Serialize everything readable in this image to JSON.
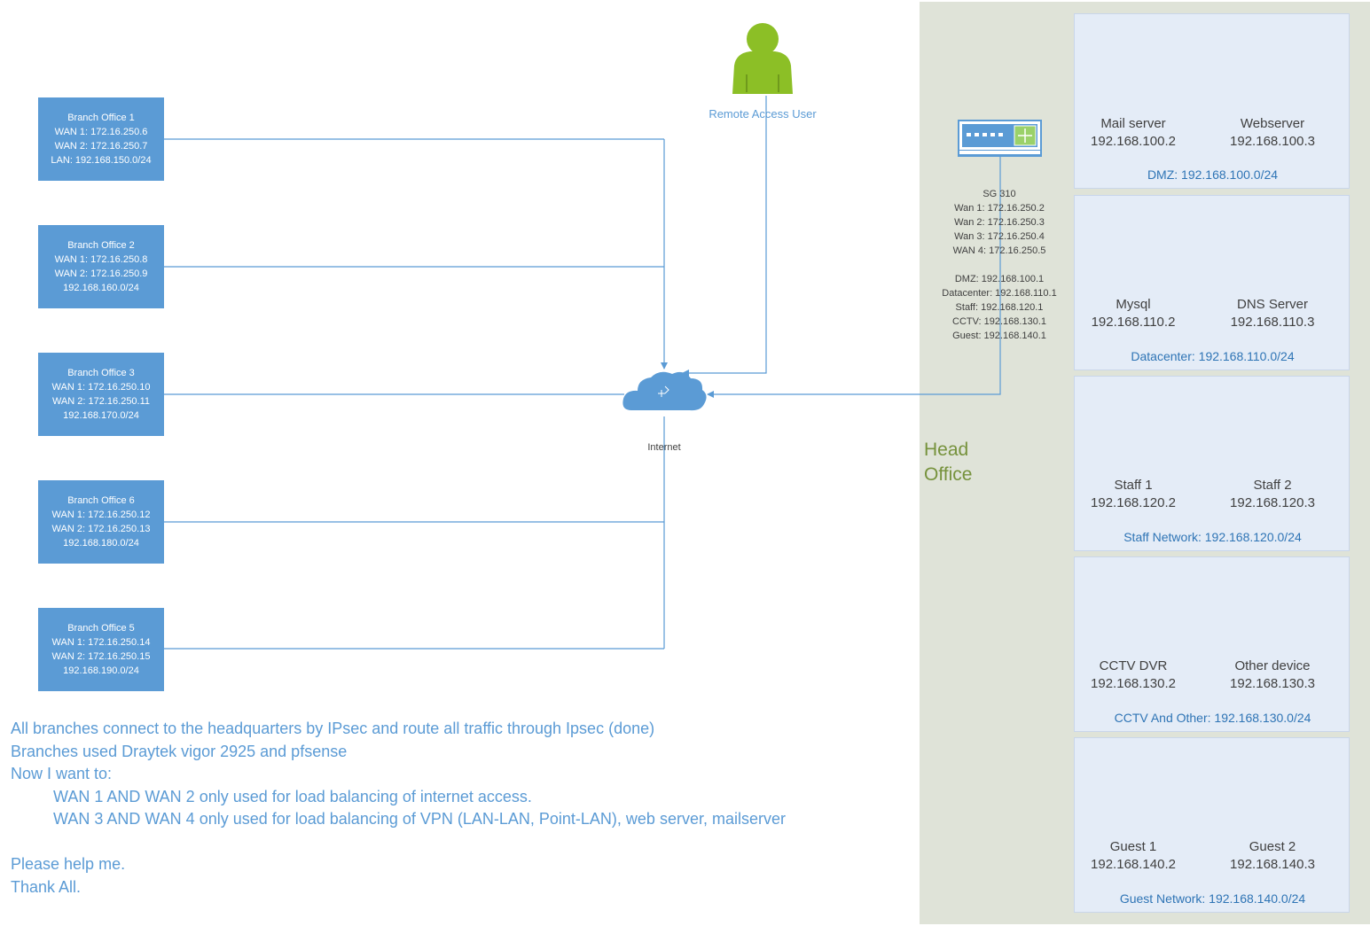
{
  "head_office": {
    "label_line1": "Head",
    "label_line2": "Office"
  },
  "branches": [
    {
      "lines": [
        "Branch Office 1",
        "WAN 1: 172.16.250.6",
        "WAN 2: 172.16.250.7",
        "LAN: 192.168.150.0/24"
      ]
    },
    {
      "lines": [
        "Branch Office 2",
        "WAN 1: 172.16.250.8",
        "WAN 2: 172.16.250.9",
        "192.168.160.0/24"
      ]
    },
    {
      "lines": [
        "Branch Office 3",
        "WAN 1: 172.16.250.10",
        "WAN 2: 172.16.250.11",
        "192.168.170.0/24"
      ]
    },
    {
      "lines": [
        "Branch Office 6",
        "WAN 1: 172.16.250.12",
        "WAN 2: 172.16.250.13",
        "192.168.180.0/24"
      ]
    },
    {
      "lines": [
        "Branch Office 5",
        "WAN 1: 172.16.250.14",
        "WAN 2: 172.16.250.15",
        "192.168.190.0/24"
      ]
    }
  ],
  "internet": {
    "label": "Internet"
  },
  "remote_user": {
    "label": "Remote Access User"
  },
  "firewall": {
    "lines": [
      "SG 310",
      "Wan 1: 172.16.250.2",
      "Wan 2: 172.16.250.3",
      "Wan 3: 172.16.250.4",
      "WAN 4: 172.16.250.5"
    ],
    "subnets": [
      "DMZ: 192.168.100.1",
      "Datacenter: 192.168.110.1",
      "Staff: 192.168.120.1",
      "CCTV: 192.168.130.1",
      "Guest: 192.168.140.1"
    ]
  },
  "zones": [
    {
      "caption": "DMZ: 192.168.100.0/24",
      "servers": [
        {
          "name": "Mail server",
          "ip": "192.168.100.2"
        },
        {
          "name": "Webserver",
          "ip": "192.168.100.3"
        }
      ]
    },
    {
      "caption": "Datacenter: 192.168.110.0/24",
      "servers": [
        {
          "name": "Mysql",
          "ip": "192.168.110.2"
        },
        {
          "name": "DNS Server",
          "ip": "192.168.110.3"
        }
      ]
    },
    {
      "caption": "Staff Network: 192.168.120.0/24",
      "servers": [
        {
          "name": "Staff 1",
          "ip": "192.168.120.2"
        },
        {
          "name": "Staff 2",
          "ip": "192.168.120.3"
        }
      ]
    },
    {
      "caption": "CCTV And Other: 192.168.130.0/24",
      "servers": [
        {
          "name": "CCTV DVR",
          "ip": "192.168.130.2"
        },
        {
          "name": "Other device",
          "ip": "192.168.130.3"
        }
      ]
    },
    {
      "caption": "Guest Network: 192.168.140.0/24",
      "servers": [
        {
          "name": "Guest 1",
          "ip": "192.168.140.2"
        },
        {
          "name": "Guest 2",
          "ip": "192.168.140.3"
        }
      ]
    }
  ],
  "notes": {
    "line1": "All branches connect to the headquarters by IPsec and route all traffic through Ipsec (done)",
    "line2": "Branches used Draytek vigor 2925 and pfsense",
    "line3": "Now I want to:",
    "line4": "WAN 1 AND WAN 2 only used for load balancing of internet access.",
    "line5": "WAN 3 AND WAN 4 only used for load balancing of VPN (LAN-LAN, Point-LAN), web server, mailserver",
    "line6": "Please help me.",
    "line7": "Thank All."
  },
  "colors": {
    "box_blue": "#5b9bd5",
    "line_blue": "#5b9bd5",
    "head_office_bg": "#dfe3d8",
    "head_office_text": "#76923c",
    "user_green": "#8cbf26"
  }
}
